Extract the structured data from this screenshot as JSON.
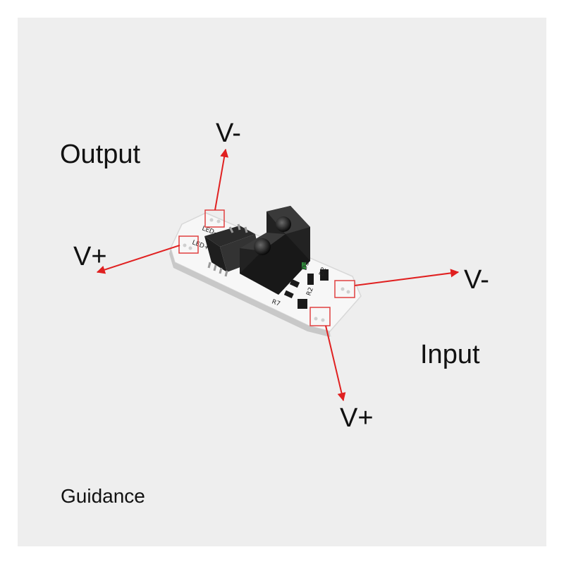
{
  "labels": {
    "output": "Output",
    "input": "Input",
    "guidance": "Guidance"
  },
  "terminals": {
    "output_negative": "V-",
    "output_positive": "V+",
    "input_negative": "V-",
    "input_positive": "V+"
  },
  "board_markings": [
    "LED-",
    "LED+",
    "D3",
    "D2",
    "R2",
    "R7"
  ],
  "colors": {
    "arrow": "#e02020",
    "background": "#eeeeee",
    "board": "#f7f7f7",
    "sensor": "#2a2a2a"
  }
}
